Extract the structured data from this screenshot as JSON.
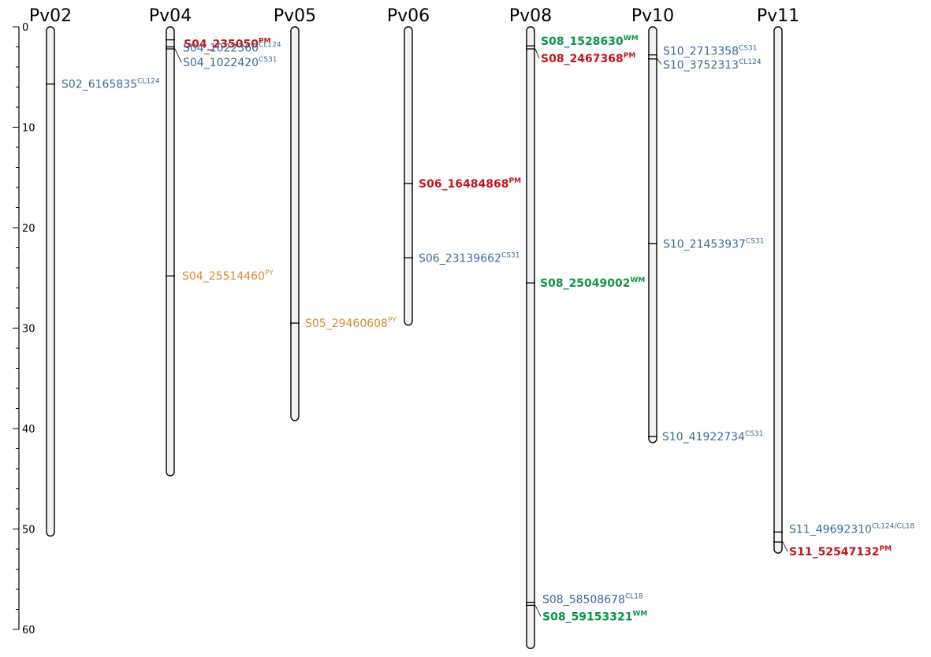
{
  "colors": {
    "CL": "#3a6a9b",
    "PM": "#c0161c",
    "WM": "#0f9447",
    "PY": "#d98a2c",
    "chromosome_fill": "#f2f2f2",
    "outline": "#000000"
  },
  "chart_data": {
    "type": "chromosome-map",
    "axis": {
      "min": 0,
      "max": 60,
      "major_step": 10,
      "minor_step": 2,
      "ticks": [
        0,
        10,
        20,
        30,
        40,
        50,
        60
      ]
    },
    "chromosomes": [
      {
        "name": "Pv02",
        "length": 50.7,
        "markers": [
          {
            "label": "S02_6165835",
            "sup": "CL124",
            "pos": 5.7,
            "color": "CL",
            "bold": false
          }
        ]
      },
      {
        "name": "Pv04",
        "length": 44.7,
        "markers": [
          {
            "label": "S04_235050",
            "sup": "PM",
            "pos": 1.3,
            "color": "PM",
            "bold": true
          },
          {
            "label": "S04_1022360",
            "sup": "CL124",
            "pos": 2.0,
            "color": "CL",
            "bold": false
          },
          {
            "label": "S04_1022420",
            "sup": "CS31",
            "pos": 2.2,
            "color": "CL",
            "bold": false
          },
          {
            "label": "S04_25514460",
            "sup": "PY",
            "pos": 24.8,
            "color": "PY",
            "bold": false
          }
        ]
      },
      {
        "name": "Pv05",
        "length": 39.2,
        "markers": [
          {
            "label": "S05_29460608",
            "sup": "PY",
            "pos": 29.5,
            "color": "PY",
            "bold": false
          }
        ]
      },
      {
        "name": "Pv06",
        "length": 29.7,
        "markers": [
          {
            "label": "S06_16484868",
            "sup": "PM",
            "pos": 15.6,
            "color": "PM",
            "bold": true
          },
          {
            "label": "S06_23139662",
            "sup": "CS31",
            "pos": 23.0,
            "color": "CL",
            "bold": false
          }
        ]
      },
      {
        "name": "Pv08",
        "length": 61.9,
        "markers": [
          {
            "label": "S08_1528630",
            "sup": "WM",
            "pos": 1.9,
            "color": "WM",
            "bold": true
          },
          {
            "label": "S08_2467368",
            "sup": "PM",
            "pos": 2.2,
            "color": "PM",
            "bold": true
          },
          {
            "label": "S08_25049002",
            "sup": "WM",
            "pos": 25.5,
            "color": "WM",
            "bold": true
          },
          {
            "label": "S08_58508678",
            "sup": "CL18",
            "pos": 57.3,
            "color": "CL",
            "bold": false
          },
          {
            "label": "S08_59153321",
            "sup": "WM",
            "pos": 57.6,
            "color": "WM",
            "bold": true
          }
        ]
      },
      {
        "name": "Pv10",
        "length": 41.4,
        "markers": [
          {
            "label": "S10_2713358",
            "sup": "CS31",
            "pos": 2.8,
            "color": "CL",
            "bold": false
          },
          {
            "label": "S10_3752313",
            "sup": "CL124",
            "pos": 3.2,
            "color": "CL",
            "bold": false
          },
          {
            "label": "S10_21453937",
            "sup": "CS31",
            "pos": 21.6,
            "color": "CL",
            "bold": false
          },
          {
            "label": "S10_41922734",
            "sup": "CS31",
            "pos": 40.8,
            "color": "CL",
            "bold": false
          }
        ]
      },
      {
        "name": "Pv11",
        "length": 52.4,
        "markers": [
          {
            "label": "S11_49692310",
            "sup": "CL124/CL18",
            "pos": 50.3,
            "color": "CL",
            "bold": false
          },
          {
            "label": "S11_52547132",
            "sup": "PM",
            "pos": 51.3,
            "color": "PM",
            "bold": true
          }
        ]
      }
    ]
  }
}
